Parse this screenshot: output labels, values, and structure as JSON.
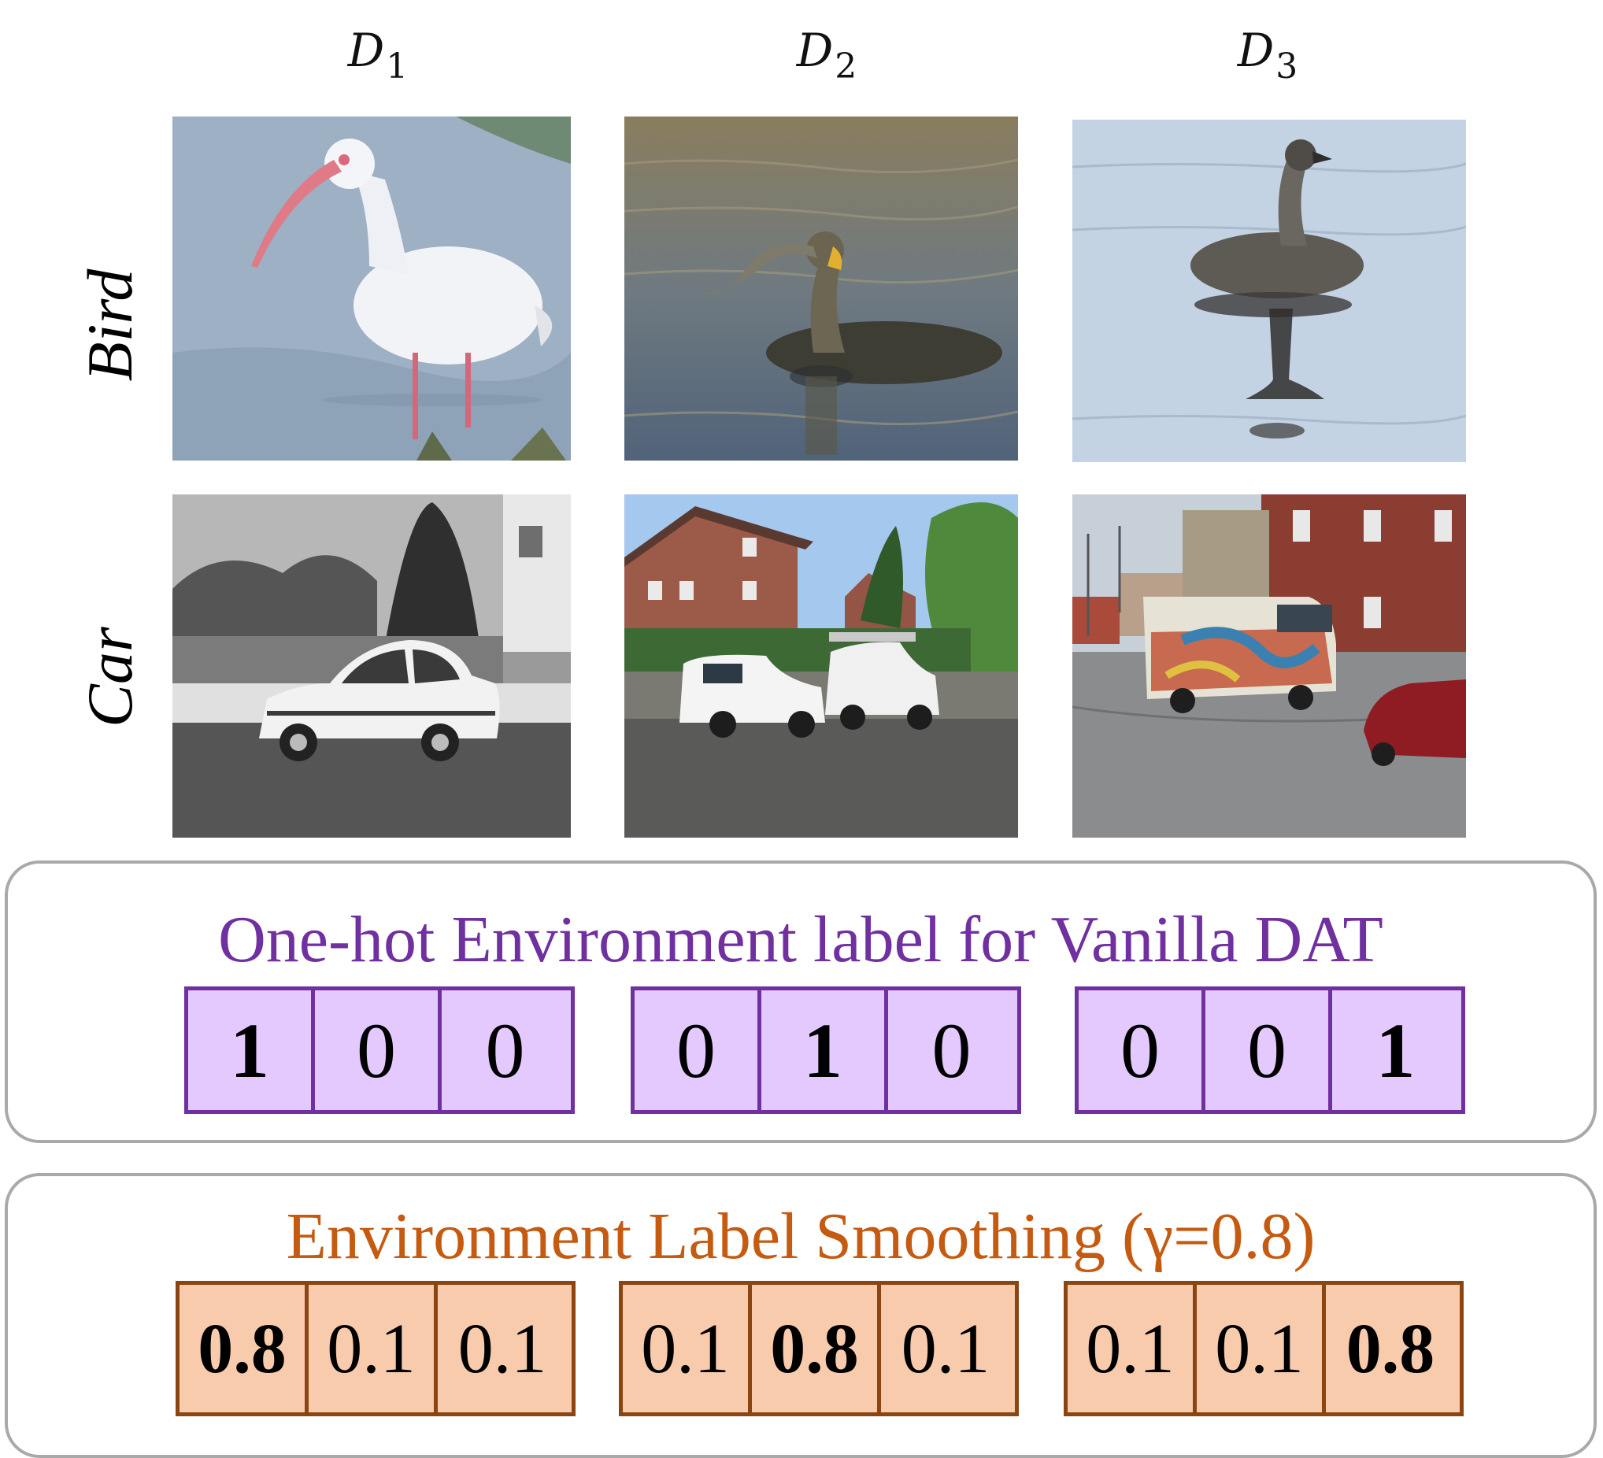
{
  "domains": [
    {
      "symbol": "D",
      "subscript": "1"
    },
    {
      "symbol": "D",
      "subscript": "2"
    },
    {
      "symbol": "D",
      "subscript": "3"
    }
  ],
  "rows": [
    "Bird",
    "Car"
  ],
  "images": {
    "bird_d1": "white-ibis-wading-in-water-icon",
    "bird_d2": "cormorant-swimming-with-fish-icon",
    "bird_d3": "goose-on-calm-water-icon",
    "car_d1": "grayscale-white-sedan-icon",
    "car_d2": "white-vans-by-brick-houses-icon",
    "car_d3": "painted-bus-on-city-street-icon"
  },
  "onehot": {
    "title": "One-hot Environment label for Vanilla DAT",
    "title_color": "#7030a0",
    "vectors": [
      [
        "1",
        "0",
        "0"
      ],
      [
        "0",
        "1",
        "0"
      ],
      [
        "0",
        "0",
        "1"
      ]
    ],
    "hot_index": [
      0,
      1,
      2
    ]
  },
  "smoothing": {
    "title": "Environment Label Smoothing (γ=0.8)",
    "title_color": "#c55a11",
    "vectors": [
      [
        "0.8",
        "0.1",
        "0.1"
      ],
      [
        "0.1",
        "0.8",
        "0.1"
      ],
      [
        "0.1",
        "0.1",
        "0.8"
      ]
    ],
    "hot_index": [
      0,
      1,
      2
    ]
  },
  "colors": {
    "onehot_fill": "#e4c9ff",
    "onehot_border": "#7030a0",
    "smooth_fill": "#f8cbad",
    "smooth_border": "#8b4513",
    "panel_border": "#a9a9a9"
  }
}
